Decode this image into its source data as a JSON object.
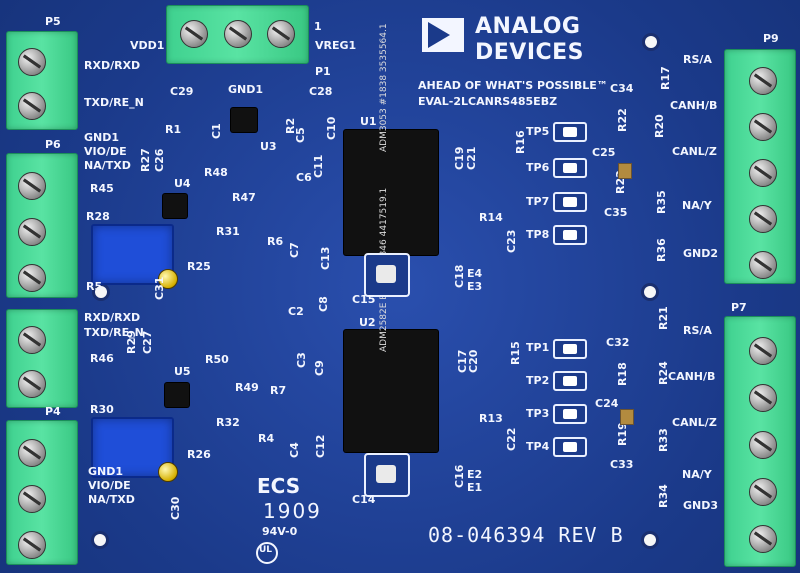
{
  "board": {
    "brand": {
      "line1": "ANALOG",
      "line2": "DEVICES",
      "tagline": "AHEAD OF WHAT'S POSSIBLE™",
      "model": "EVAL-2LCANRS485EBZ"
    },
    "revision": "08-046394 REV B",
    "ecs_text": "ECS",
    "ecs_code": "1909",
    "rating": "94V-0",
    "ul_mark": "UL",
    "labels": {
      "P5": "P5",
      "P6": "P6",
      "P4": "P4",
      "P9": "P9",
      "P7": "P7",
      "P1": "P1",
      "VDD1": "VDD1",
      "VREG1": "VREG1",
      "GND1_top": "GND1",
      "one_top": "1",
      "RXD_RXD_top": "RXD/RXD",
      "TXD_RE_N_top": "TXD/RE_N",
      "GND1_left": "GND1",
      "VIO_DE_left": "VIO/DE",
      "NA_TXD_left": "NA/TXD",
      "RXD_RXD_mid": "RXD/RXD",
      "TXD_RE_N_mid": "TXD/RE_N",
      "GND1_bottom": "GND1",
      "VIO_DE_bottom": "VIO/DE",
      "NA_TXD_bottom": "NA/TXD",
      "RS_A_top": "RS/A",
      "CANH_B_top": "CANH/B",
      "CANL_Z_top": "CANL/Z",
      "NA_Y_top": "NA/Y",
      "GND2": "GND2",
      "RS_A_bottom": "RS/A",
      "CANH_B_bottom": "CANH/B",
      "CANL_Z_bottom": "CANL/Z",
      "NA_Y_bottom": "NA/Y",
      "GND3": "GND3",
      "U1": "U1",
      "U2": "U2",
      "U3": "U3",
      "U4": "U4",
      "U5": "U5",
      "U1_marking": "ADM3053 #1838 3535564.1",
      "U2_marking": "ADM2582E BRWZ #1846 4417519.1",
      "TP5": "TP5",
      "TP6": "TP6",
      "TP7": "TP7",
      "TP8": "TP8",
      "TP1": "TP1",
      "TP2": "TP2",
      "TP3": "TP3",
      "TP4": "TP4",
      "C1": "C1",
      "C2": "C2",
      "C3": "C3",
      "C4": "C4",
      "C5": "C5",
      "C6": "C6",
      "C7": "C7",
      "C8": "C8",
      "C9": "C9",
      "C10": "C10",
      "C11": "C11",
      "C12": "C12",
      "C13": "C13",
      "C14": "C14",
      "C15": "C15",
      "C16": "C16",
      "C17": "C17",
      "C18": "C18",
      "C19": "C19",
      "C20": "C20",
      "C21": "C21",
      "C22": "C22",
      "C23": "C23",
      "C24": "C24",
      "C25": "C25",
      "C26": "C26",
      "C27": "C27",
      "C28": "C28",
      "C29": "C29",
      "C30": "C30",
      "C31": "C31",
      "C32": "C32",
      "C33": "C33",
      "C34": "C34",
      "C35": "C35",
      "R1": "R1",
      "R2": "R2",
      "R4": "R4",
      "R5": "R5",
      "R6": "R6",
      "R7": "R7",
      "R13": "R13",
      "R14": "R14",
      "R15": "R15",
      "R16": "R16",
      "R17": "R17",
      "R18": "R18",
      "R19": "R19",
      "R20": "R20",
      "R21": "R21",
      "R22": "R22",
      "R23": "R23",
      "R24": "R24",
      "R25": "R25",
      "R26": "R26",
      "R27": "R27",
      "R28": "R28",
      "R29": "R29",
      "R30": "R30",
      "R31": "R31",
      "R32": "R32",
      "R33": "R33",
      "R34": "R34",
      "R35": "R35",
      "R36": "R36",
      "R45": "R45",
      "R46": "R46",
      "R47": "R47",
      "R48": "R48",
      "R49": "R49",
      "R50": "R50",
      "E1": "E1",
      "E2": "E2",
      "E3": "E3",
      "E4": "E4"
    }
  }
}
